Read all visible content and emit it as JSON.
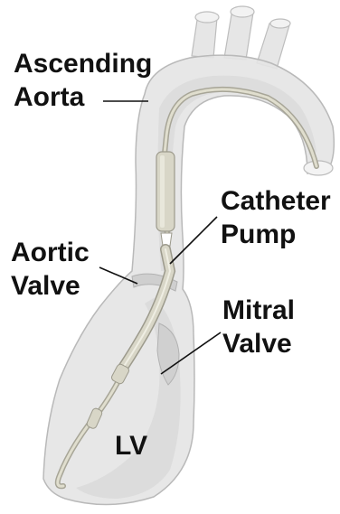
{
  "labels": {
    "ascending_aorta": {
      "line1": "Ascending",
      "line2": "Aorta"
    },
    "catheter_pump": {
      "line1": "Catheter",
      "line2": "Pump"
    },
    "aortic_valve": {
      "line1": "Aortic",
      "line2": "Valve"
    },
    "mitral_valve": {
      "line1": "Mitral",
      "line2": "Valve"
    },
    "left_ventricle": "LV"
  },
  "colors": {
    "tissue_fill": "#e4e4e4",
    "tissue_edge": "#b9b9b9",
    "catheter_fill": "#d8d6c7",
    "catheter_edge": "#9c9a8c",
    "text": "#111111",
    "leader_line": "#111111"
  }
}
